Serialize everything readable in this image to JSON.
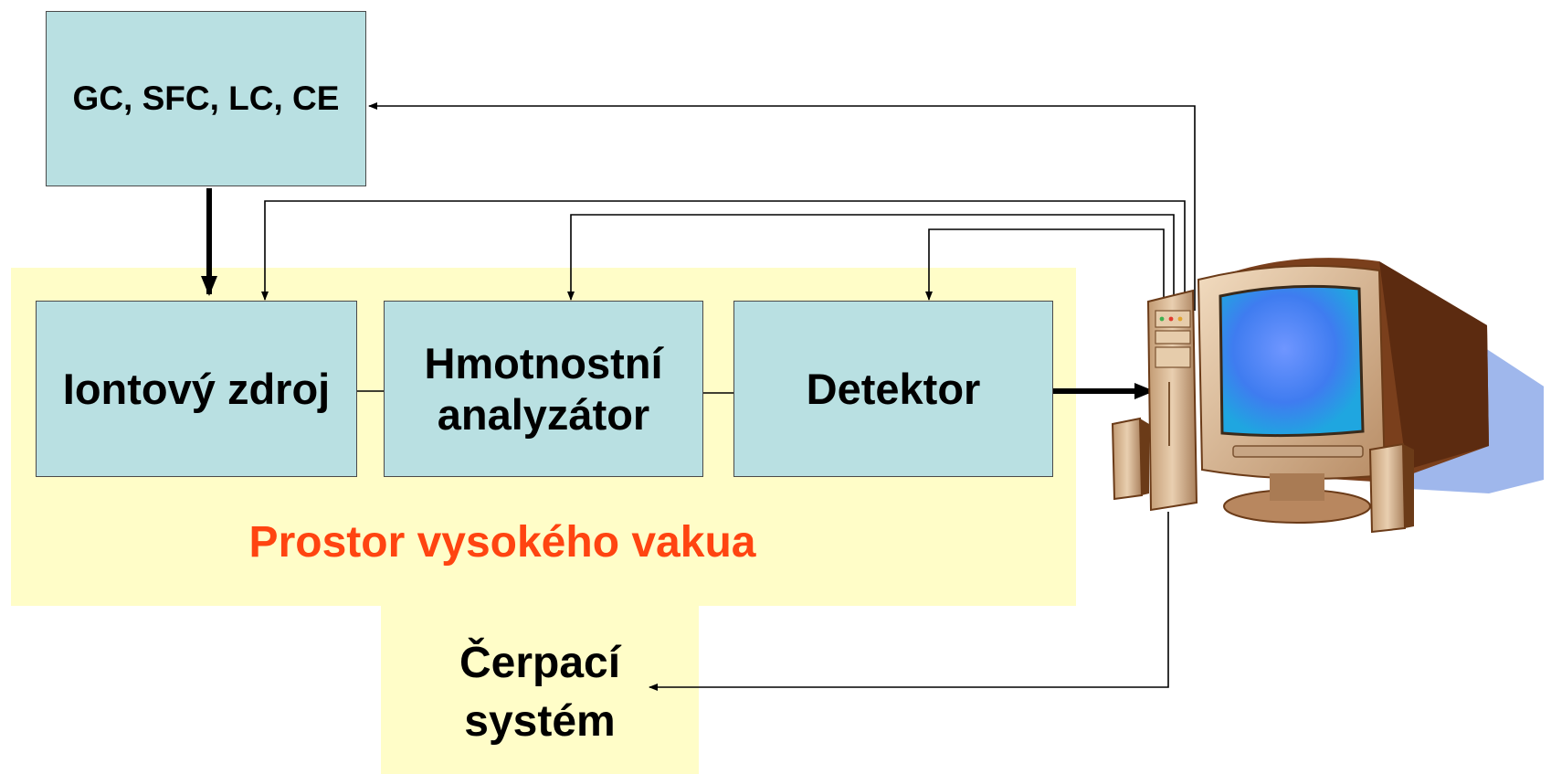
{
  "diagram": {
    "source_box": {
      "label": "GC, SFC, LC, CE"
    },
    "ion_source": {
      "label": "Iontový zdroj"
    },
    "mass_analyzer": {
      "label_line1": "Hmotnostní",
      "label_line2": "analyzátor"
    },
    "detector": {
      "label": "Detektor"
    },
    "vacuum_label": "Prostor vysokého vakua",
    "pump": {
      "label_line1": "Čerpací",
      "label_line2": "systém"
    }
  },
  "colors": {
    "box_fill": "#b9e0e2",
    "vacuum_fill": "#fffdc8",
    "vacuum_text": "#ff4411",
    "line": "#000000"
  },
  "icons": {
    "computer": "computer-icon"
  }
}
